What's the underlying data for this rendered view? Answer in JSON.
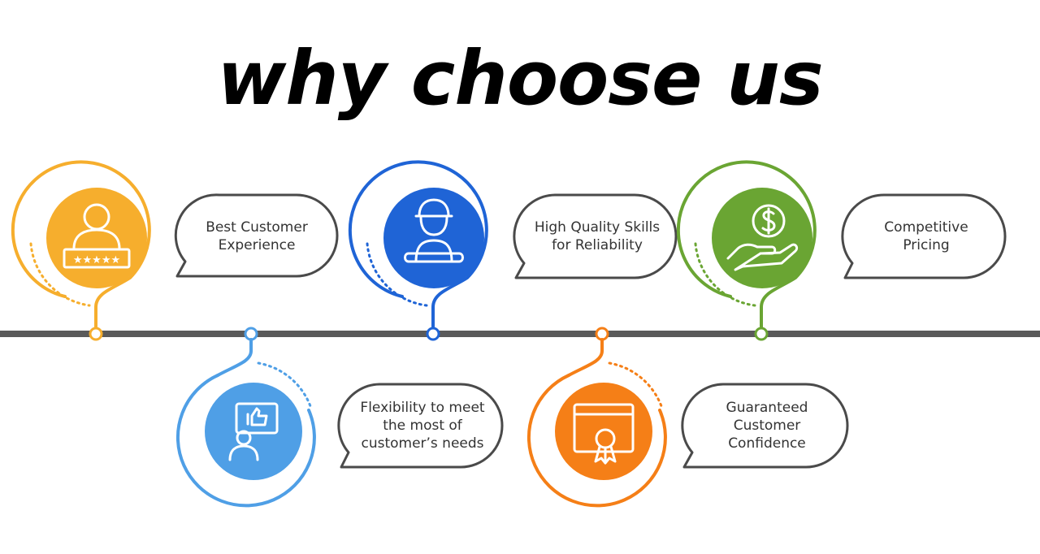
{
  "title": "why choose us",
  "colors": {
    "timeline": "#5a5a5a",
    "bubble_stroke": "#4a4a4a",
    "customer_experience": "#f6ae2d",
    "flexibility": "#4f9fe6",
    "skills": "#1f64d6",
    "confidence": "#f57f17",
    "pricing": "#6aa533"
  },
  "features": [
    {
      "label": "Best Customer\nExperience",
      "icon": "user-rating-icon",
      "color": "#f6ae2d"
    },
    {
      "label": "Flexibility to meet\nthe most of\ncustomer’s needs",
      "icon": "thumbs-up-user-icon",
      "color": "#4f9fe6"
    },
    {
      "label": "High Quality Skills\nfor Reliability",
      "icon": "worker-wrench-icon",
      "color": "#1f64d6"
    },
    {
      "label": "Guaranteed\nCustomer\nConfidence",
      "icon": "certificate-badge-icon",
      "color": "#f57f17"
    },
    {
      "label": "Competitive\nPricing",
      "icon": "hand-dollar-icon",
      "color": "#6aa533"
    }
  ]
}
